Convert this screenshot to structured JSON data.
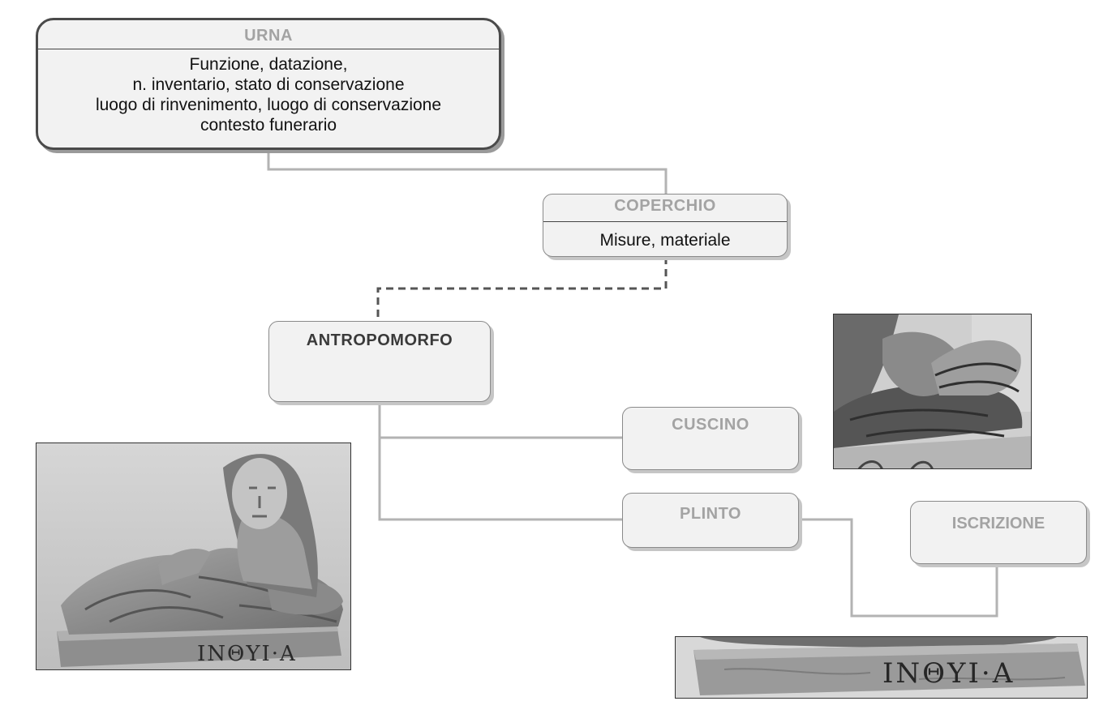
{
  "diagram": {
    "urna": {
      "title": "URNA",
      "lines": [
        "Funzione, datazione,",
        "n. inventario, stato di conservazione",
        "luogo di rinvenimento, luogo di conservazione",
        "contesto funerario"
      ]
    },
    "coperchio": {
      "title": "COPERCHIO",
      "body": "Misure, materiale"
    },
    "antropomorfo": {
      "title": "ANTROPOMORFO"
    },
    "cuscino": {
      "title": "CUSCINO"
    },
    "plinto": {
      "title": "PLINTO"
    },
    "iscrizione": {
      "title": "ISCRIZIONE"
    }
  },
  "photos": {
    "urn_inscription": "ΙΝΘΥΙ·Α",
    "plinth_inscription": "ΙΝΘΥΙ·Α"
  },
  "colors": {
    "connector": "#b3b3b3",
    "dashed_connector": "#555555",
    "box_fill": "#f2f2f2",
    "title_gray": "#a3a3a3"
  }
}
